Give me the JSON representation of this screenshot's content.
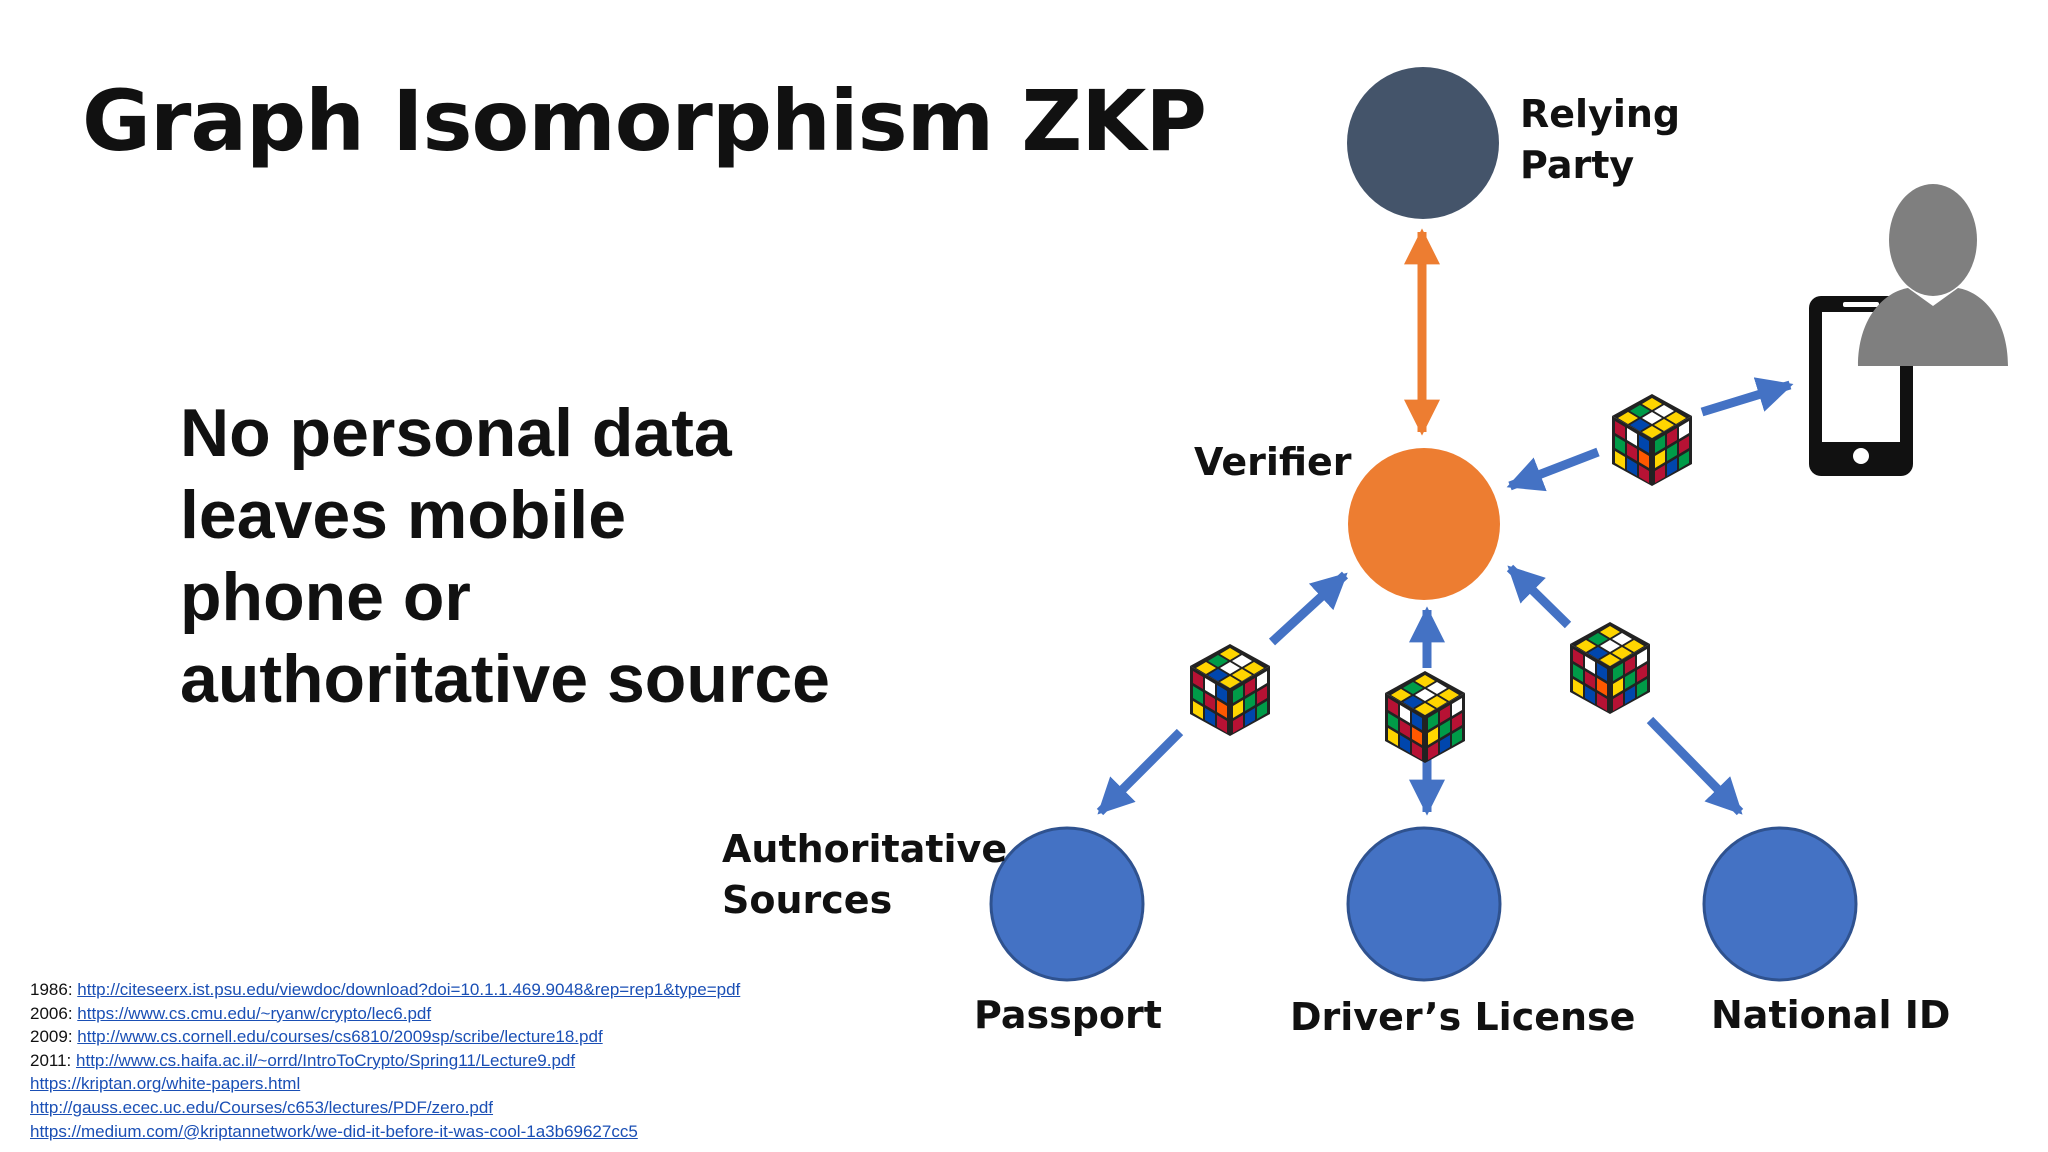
{
  "slide": {
    "title": "Graph Isomorphism ZKP",
    "statement_lines": [
      "No personal data",
      "leaves mobile",
      "phone or",
      "authoritative source"
    ]
  },
  "diagram": {
    "relying_party": {
      "line1": "Relying",
      "line2": "Party",
      "color": "#44546a"
    },
    "verifier": {
      "label": "Verifier",
      "color": "#ed7d31"
    },
    "authoritative_sources": {
      "line1": "Authoritative",
      "line2": "Sources"
    },
    "sources": [
      {
        "label": "Passport",
        "color": "#4472c4"
      },
      {
        "label": "Driver’s License",
        "color": "#4472c4"
      },
      {
        "label": "National ID",
        "color": "#4472c4"
      }
    ],
    "arrow_colors": {
      "orange": "#ed7d31",
      "blue": "#4472c4"
    },
    "icons": [
      "user-icon",
      "mobile-phone-icon",
      "rubiks-cube-icon"
    ]
  },
  "references": [
    {
      "prefix": "1986: ",
      "url": "http://citeseerx.ist.psu.edu/viewdoc/download?doi=10.1.1.469.9048&rep=rep1&type=pdf"
    },
    {
      "prefix": "2006: ",
      "url": "https://www.cs.cmu.edu/~ryanw/crypto/lec6.pdf"
    },
    {
      "prefix": "2009: ",
      "url": "http://www.cs.cornell.edu/courses/cs6810/2009sp/scribe/lecture18.pdf"
    },
    {
      "prefix": "2011: ",
      "url": "http://www.cs.haifa.ac.il/~orrd/IntroToCrypto/Spring11/Lecture9.pdf"
    },
    {
      "prefix": "",
      "url": "https://kriptan.org/white-papers.html"
    },
    {
      "prefix": "",
      "url": "http://gauss.ecec.uc.edu/Courses/c653/lectures/PDF/zero.pdf"
    },
    {
      "prefix": "",
      "url": "https://medium.com/@kriptannetwork/we-did-it-before-it-was-cool-1a3b69627cc5"
    }
  ]
}
